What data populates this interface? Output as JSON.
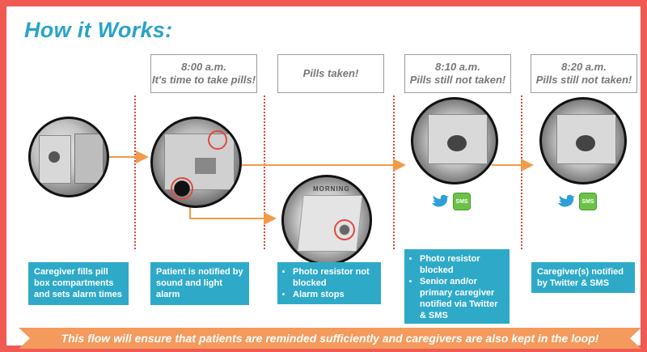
{
  "title": "How it Works:",
  "time_boxes": [
    {
      "line1": "8:00 a.m.",
      "line2": "It's time to take pills!"
    },
    {
      "line1": "",
      "line2": "Pills taken!"
    },
    {
      "line1": "8:10 a.m.",
      "line2": "Pills still not taken!"
    },
    {
      "line1": "8:20 a.m.",
      "line2": "Pills still not taken!"
    }
  ],
  "info_boxes": [
    {
      "text": "Caregiver fills pill box compartments and sets alarm times"
    },
    {
      "text": "Patient is notified by sound and light alarm"
    },
    {
      "items": [
        "Photo resistor not blocked",
        "Alarm stops"
      ]
    },
    {
      "items": [
        "Photo resistor blocked",
        "Senior and/or primary caregiver notified via Twitter & SMS"
      ]
    },
    {
      "text": "Caregiver(s) notified by Twitter & SMS"
    }
  ],
  "icons": {
    "twitter": "twitter-bird-icon",
    "sms": "sms-bubble-icon",
    "sms_label": "SMS"
  },
  "photo_labels": {
    "morning": "MORNING"
  },
  "banner_text": "This flow will ensure that patients are reminded sufficiently and caregivers are also kept in the loop!",
  "colors": {
    "frame": "#f05a52",
    "title": "#29a3c9",
    "box": "#2eaac8",
    "arrow": "#f39a4a",
    "banner": "#f39a5c"
  }
}
